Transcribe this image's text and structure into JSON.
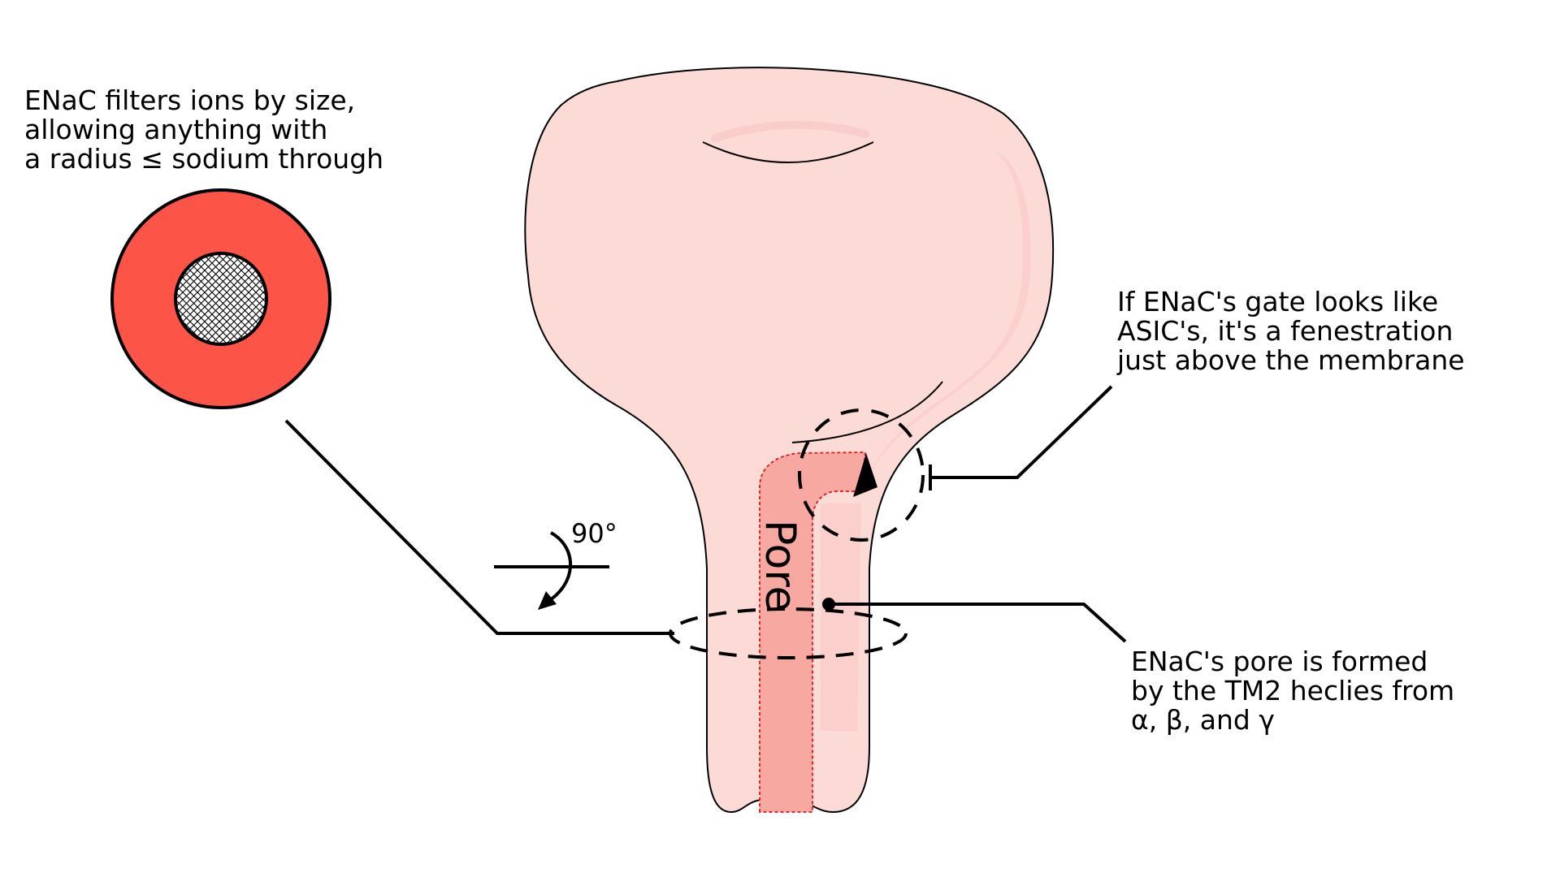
{
  "annotations": {
    "filter": {
      "lines": [
        "ENaC filters ions by size,",
        "allowing anything with",
        "a radius ≤ sodium through"
      ]
    },
    "gate": {
      "lines": [
        "If ENaC's gate looks like",
        "ASIC's, it's a fenestration",
        "just above the membrane"
      ]
    },
    "pore": {
      "lines": [
        "ENaC's pore is formed",
        "by the TM2 heclies from",
        "α, β, and γ"
      ]
    }
  },
  "labels": {
    "pore": "Pore",
    "rotation": "90°"
  },
  "colors": {
    "protein_body": "#fcdad6",
    "protein_shade": "#f9c9c4",
    "pore_channel": "#f7a8a1",
    "pore_border": "#e2191b",
    "cross_section_ring": "#fc5446",
    "outline": "#000000"
  }
}
